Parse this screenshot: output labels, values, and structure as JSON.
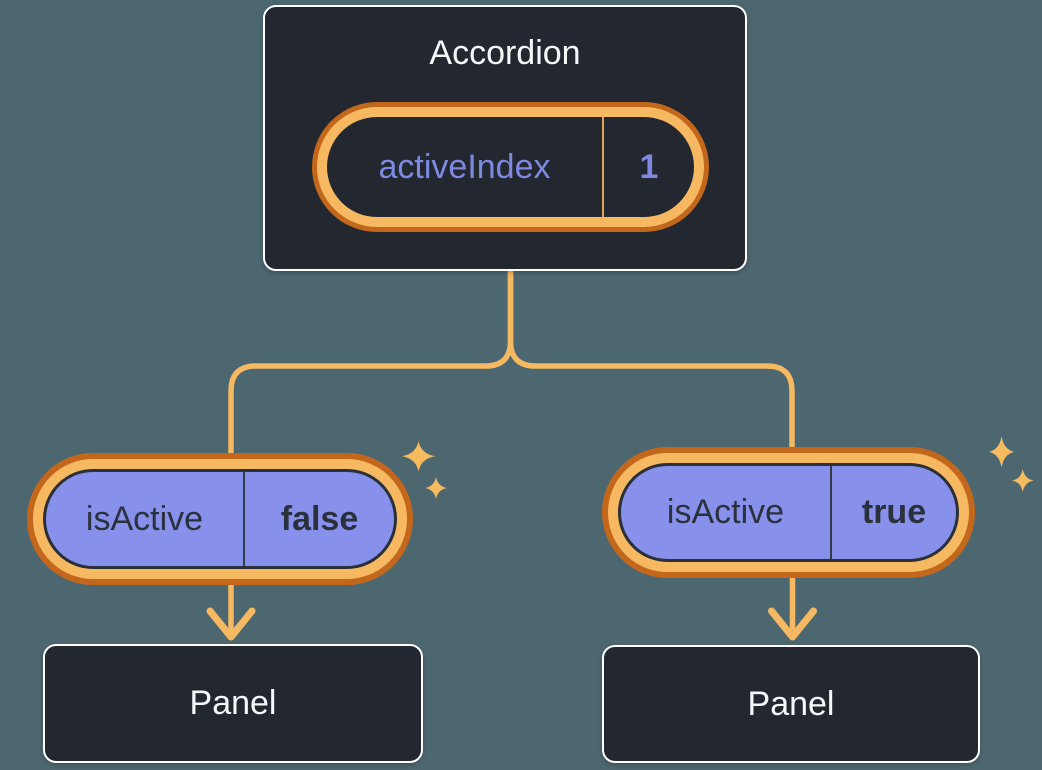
{
  "root": {
    "title": "Accordion",
    "state_name": "activeIndex",
    "state_value": "1"
  },
  "left": {
    "state_name": "isActive",
    "state_value": "false",
    "panel_title": "Panel"
  },
  "right": {
    "state_name": "isActive",
    "state_value": "true",
    "panel_title": "Panel"
  },
  "colors": {
    "background": "#4D6770",
    "box_fill": "#23272F",
    "box_border": "#FFFFFF",
    "ring_outer": "#C2671C",
    "ring_inner": "#F6B962",
    "connector": "#F6B962",
    "pill_fill": "#8791EC",
    "state_text_purple": "#7E8AE2",
    "state_text_dark": "#2B313C",
    "sparkle": "#F6BA5F"
  },
  "icons": {
    "sparkle": "four-point-sparkle"
  }
}
